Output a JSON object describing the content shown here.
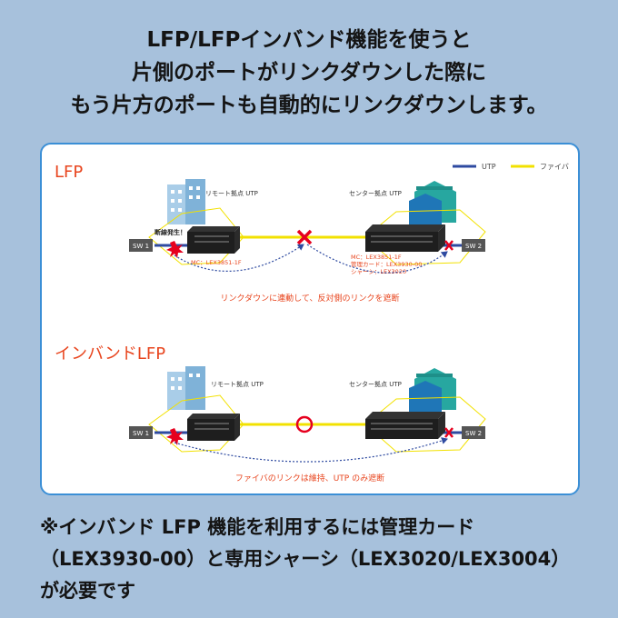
{
  "heading": {
    "line1": "LFP/LFPインバンド機能を使うと",
    "line2": "片側のポートがリンクダウンした際に",
    "line3": "もう片方のポートも自動的にリンクダウンします。"
  },
  "legend": {
    "utp": "UTP",
    "fiber": "ファイバ"
  },
  "colors": {
    "utp": "#2e4aa0",
    "fiber": "#f2e100",
    "accent": "#e8451e",
    "alert": "#e6001e",
    "border": "#3b8fd6"
  },
  "lfp": {
    "section_title": "LFP",
    "remote_label": "リモート拠点 UTP",
    "center_label": "センター拠点 UTP",
    "sw_left": "SW 1",
    "sw_right": "SW 2",
    "fault": "断線発生！",
    "remote_mc": "MC：LEX3851-1F",
    "center_mc": "MC：LEX3851-1F",
    "center_card": "管理カード：LEX3930-00",
    "center_chassis": "シャーシ：LEX3020",
    "caption": "リンクダウンに連動して、反対側のリンクを遮断"
  },
  "inband": {
    "section_title": "インバンドLFP",
    "remote_label": "リモート拠点 UTP",
    "center_label": "センター拠点 UTP",
    "sw_left": "SW 1",
    "sw_right": "SW 2",
    "caption": "ファイバのリンクは維持、UTP のみ遮断"
  },
  "footnote": {
    "line1": "※インバンド LFP 機能を利用するには管理カード",
    "line2": "（LEX3930-00）と専用シャーシ（LEX3020/LEX3004）",
    "line3": "が必要です"
  }
}
